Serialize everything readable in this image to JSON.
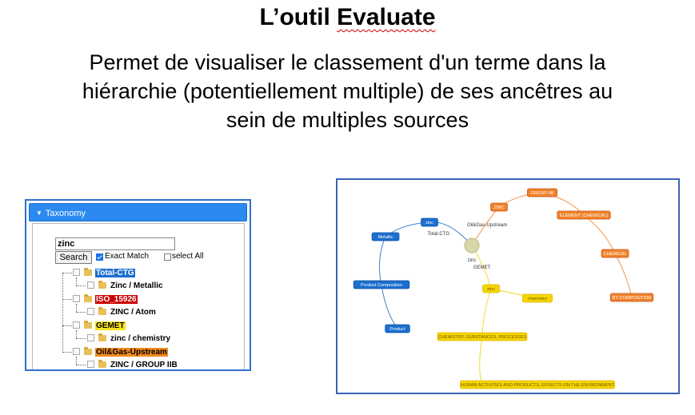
{
  "title": {
    "prefix": "L’outil ",
    "word": "Evaluate"
  },
  "subtitle": {
    "line1": "Permet de visualiser le classement d'un  terme dans la",
    "line2": "hiérarchie (potentiellement multiple) de ses ancêtres au",
    "line3": "sein de multiples sources"
  },
  "taxonomy": {
    "header": "Taxonomy",
    "search_value": "zinc",
    "search_button": "Search",
    "exact_match_label": "Exact Match",
    "exact_match_checked": true,
    "select_all_label": "select All",
    "select_all_checked": false,
    "tree": [
      {
        "label": "Total-CTG",
        "bg": "#1f6fd0",
        "fg": "#ffffff",
        "child": "Zinc / Metallic"
      },
      {
        "label": "ISO_15926",
        "bg": "#cc0000",
        "fg": "#ffffff",
        "child": "ZINC / Atom"
      },
      {
        "label": "GEMET",
        "bg": "#f7e31b",
        "fg": "#000000",
        "child": "zinc / chemistry"
      },
      {
        "label": "Oil&Gas-Upstream",
        "bg": "#f08a1c",
        "fg": "#000000",
        "child": "ZINC / GROUP IIB"
      }
    ]
  },
  "graph": {
    "colors": {
      "blue": "#1b6fcf",
      "orange": "#f2822a",
      "yellow": "#f5d400",
      "center": "#d9d7a9"
    },
    "center_labels": [
      "Total-CTG",
      "Oil&Gas-Upstream",
      "zinc",
      "GEMET"
    ],
    "nodes": [
      {
        "label": "zinc",
        "color": "blue"
      },
      {
        "label": "Metallic",
        "color": "blue"
      },
      {
        "label": "Product Composition",
        "color": "blue"
      },
      {
        "label": "Product",
        "color": "blue"
      },
      {
        "label": "ZINC",
        "color": "orange"
      },
      {
        "label": "GROUP IIB",
        "color": "orange"
      },
      {
        "label": "ELEMENT (CHEMICAL)",
        "color": "orange"
      },
      {
        "label": "CHEMICAL",
        "color": "orange"
      },
      {
        "label": "BY COMPOSITION",
        "color": "orange"
      },
      {
        "label": "zinc",
        "color": "yellow"
      },
      {
        "label": "chemistry",
        "color": "yellow"
      },
      {
        "label": "CHEMISTRY, SUBSTANCES, PROCESSES",
        "color": "yellow"
      },
      {
        "label": "HUMAN ACTIVITIES AND PRODUCTS, EFFECTS ON THE ENVIRONMENT",
        "color": "yellow"
      }
    ]
  }
}
